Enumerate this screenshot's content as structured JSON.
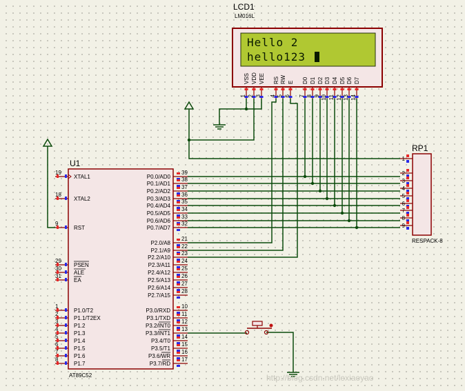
{
  "lcd": {
    "ref": "LCD1",
    "part": "LM016L",
    "line1": "Hello   2",
    "line2": " hello123",
    "pins": [
      {
        "name": "VSS",
        "num": "1"
      },
      {
        "name": "VDD",
        "num": "2"
      },
      {
        "name": "VEE",
        "num": "3"
      },
      {
        "name": "RS",
        "num": "4"
      },
      {
        "name": "RW",
        "num": "5"
      },
      {
        "name": "E",
        "num": "6"
      },
      {
        "name": "D0",
        "num": "7"
      },
      {
        "name": "D1",
        "num": "8"
      },
      {
        "name": "D2",
        "num": "9"
      },
      {
        "name": "D3",
        "num": "10"
      },
      {
        "name": "D4",
        "num": "11"
      },
      {
        "name": "D5",
        "num": "12"
      },
      {
        "name": "D6",
        "num": "13"
      },
      {
        "name": "D7",
        "num": "14"
      }
    ]
  },
  "mcu": {
    "ref": "U1",
    "part": "AT89C52",
    "left_pins": [
      {
        "num": "19",
        "name": "XTAL1"
      },
      {
        "num": "18",
        "name": "XTAL2"
      },
      {
        "num": "9",
        "name": "RST"
      },
      {
        "num": "29",
        "name": "PSEN"
      },
      {
        "num": "30",
        "name": "ALE"
      },
      {
        "num": "31",
        "name": "EA"
      },
      {
        "num": "1",
        "name": "P1.0/T2"
      },
      {
        "num": "2",
        "name": "P1.1/T2EX"
      },
      {
        "num": "3",
        "name": "P1.2"
      },
      {
        "num": "4",
        "name": "P1.3"
      },
      {
        "num": "5",
        "name": "P1.4"
      },
      {
        "num": "6",
        "name": "P1.5"
      },
      {
        "num": "7",
        "name": "P1.6"
      },
      {
        "num": "8",
        "name": "P1.7"
      }
    ],
    "right_pins": [
      {
        "num": "39",
        "name": "P0.0/AD0"
      },
      {
        "num": "38",
        "name": "P0.1/AD1"
      },
      {
        "num": "37",
        "name": "P0.2/AD2"
      },
      {
        "num": "36",
        "name": "P0.3/AD3"
      },
      {
        "num": "35",
        "name": "P0.4/AD4"
      },
      {
        "num": "34",
        "name": "P0.5/AD5"
      },
      {
        "num": "33",
        "name": "P0.6/AD6"
      },
      {
        "num": "32",
        "name": "P0.7/AD7"
      },
      {
        "num": "21",
        "name": "P2.0/A8"
      },
      {
        "num": "22",
        "name": "P2.1/A9"
      },
      {
        "num": "23",
        "name": "P2.2/A10"
      },
      {
        "num": "24",
        "name": "P2.3/A11"
      },
      {
        "num": "25",
        "name": "P2.4/A12"
      },
      {
        "num": "26",
        "name": "P2.5/A13"
      },
      {
        "num": "27",
        "name": "P2.6/A14"
      },
      {
        "num": "28",
        "name": "P2.7/A15"
      },
      {
        "num": "10",
        "name": "P3.0/RXD"
      },
      {
        "num": "11",
        "name": "P3.1/TXD"
      },
      {
        "num": "12",
        "name": "P3.2/INT0"
      },
      {
        "num": "13",
        "name": "P3.3/INT1"
      },
      {
        "num": "14",
        "name": "P3.4/T0"
      },
      {
        "num": "15",
        "name": "P3.5/T1"
      },
      {
        "num": "16",
        "name": "P3.6/WR"
      },
      {
        "num": "17",
        "name": "P3.7/RD"
      }
    ]
  },
  "rpack": {
    "ref": "RP1",
    "part": "RESPACK-8",
    "pins": [
      "1",
      "2",
      "3",
      "4",
      "5",
      "6",
      "7",
      "8",
      "9"
    ]
  },
  "watermark": "http://blog.csdn.net/lexiaoyao",
  "colors": {
    "background": "#f2f1e6",
    "body_outline": "#8b0000",
    "body_fill": "#f4e6e6",
    "wire": "#0b4a0b",
    "lcd_screen": "#b0c832",
    "pin_red": "#e82828",
    "pin_blue": "#2828e8"
  }
}
